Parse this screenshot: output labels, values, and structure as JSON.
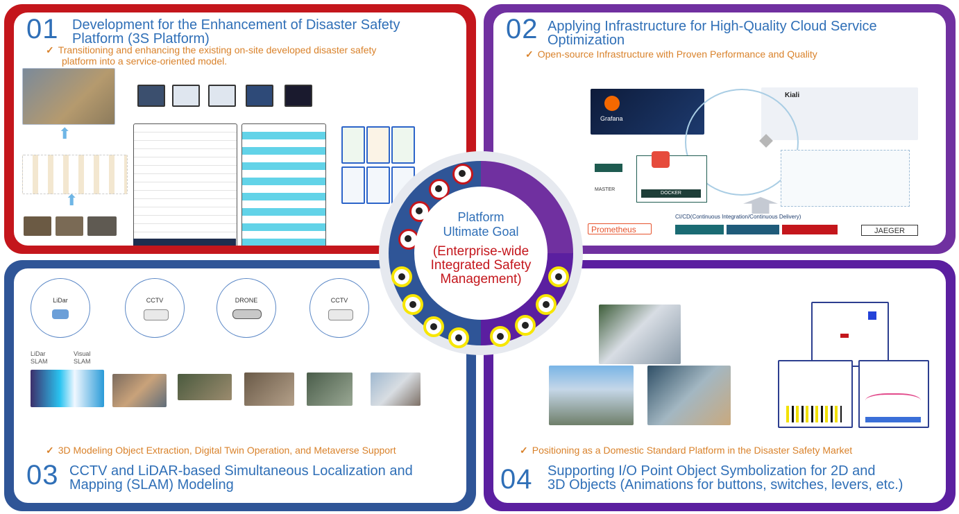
{
  "q1": {
    "num": "01",
    "title_line1": "Development for the Enhancement of Disaster Safety",
    "title_line2": "Platform (3S Platform)",
    "sub_line1": "Transitioning and enhancing the existing on-site developed disaster safety",
    "sub_line2": "platform into a service-oriented model."
  },
  "q2": {
    "num": "02",
    "title_line1": "Applying Infrastructure for High-Quality Cloud Service",
    "title_line2": "Optimization",
    "sub": "Open-source Infrastructure with Proven Performance and Quality",
    "grafana": "Grafana",
    "kiali": "Kiali",
    "master": "MASTER",
    "docker": "DOCKER",
    "prometheus": "Prometheus",
    "cicd": "CI/CD(Continuous Integration/Continuous Delivery)",
    "jaeger": "JAEGER"
  },
  "q3": {
    "num": "03",
    "title_line1": "CCTV and LiDAR-based Simultaneous Localization and",
    "title_line2": "Mapping (SLAM) Modeling",
    "sub": "3D Modeling Object Extraction, Digital Twin Operation, and Metaverse Support",
    "devices": [
      "LiDar",
      "CCTV",
      "DRONE",
      "CCTV"
    ],
    "lidar_slam": "LiDar SLAM",
    "visual_slam": "Visual SLAM"
  },
  "q4": {
    "num": "04",
    "title_line1": "Supporting I/O Point Object Symbolization for 2D and",
    "title_line2": "3D Objects (Animations for buttons, switches, levers, etc.)",
    "sub": "Positioning as a Domestic Standard Platform in the Disaster Safety Market"
  },
  "center": {
    "title_line1": "Platform",
    "title_line2": "Ultimate Goal",
    "goal_line1": "(Enterprise-wide",
    "goal_line2": "Integrated Safety",
    "goal_line3": "Management)"
  },
  "colors": {
    "red": "#c4161c",
    "purple": "#7030a0",
    "blue": "#2f5597",
    "violet": "#5b1fa0",
    "title_blue": "#2f6fb7",
    "orange": "#d9822b",
    "yellow": "#f7e600"
  }
}
